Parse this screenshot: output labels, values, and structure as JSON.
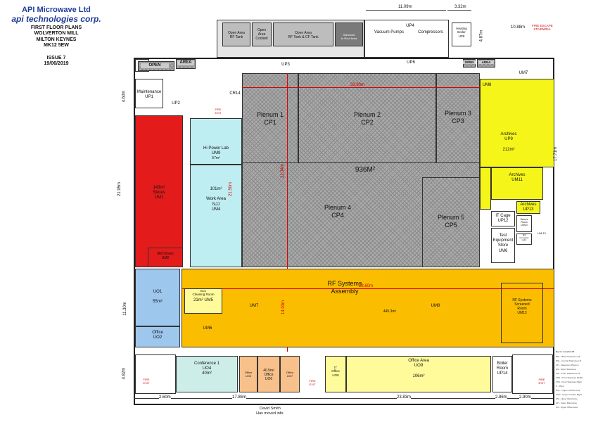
{
  "header": {
    "company": "API Microwave Ltd",
    "brand": "api technologies corp.",
    "plan": "FIRST  FLOOR PLANS",
    "site": "WOLVERTON MILL",
    "town": "MILTON KEYNES",
    "postcode": "MK12 5EW",
    "issue": "ISSUE 7",
    "date": "19/06/2019"
  },
  "colors": {
    "stores": "#e31b1b",
    "lab": "#bfeef2",
    "uo": "#9ec7ee",
    "assembly": "#fbbd00",
    "archives": "#f5f51a",
    "office_area": "#fffb9a",
    "orange_offices": "#f8c08a",
    "teal": "#cdeee8",
    "plenum": "#a8a8a8"
  },
  "rooms": {
    "open_area_1": "Open Area\nRF Tank",
    "open_area_2": "Open\nArea\nCoolant",
    "open_area_3": "Open Area\nRF Tank & CF Tank",
    "harmonic": "Harmonic\nto Roof Area",
    "vacuum": "Vacuum Pumps",
    "compressors": "Compressors",
    "up4": "UP4",
    "heating": "Heating\nBoiler\nUP8",
    "open": "OPEN",
    "area": "AREA",
    "open_r": "OPEN",
    "area_r": "AREA",
    "up3": "UP3",
    "up6": "UP6",
    "um7_top": "UM7",
    "maintenance": "Maintenance\nUP1",
    "up2": "UP2",
    "cr14": "CR14",
    "plenum1": "Plenum 1\nCP1",
    "plenum2": "Plenum 2\nCP2",
    "plenum3": "Plenum 3\nCP3",
    "plenum_area": "936M²",
    "plenum4": "Plenum 4\nCP4",
    "plenum5": "Plenum 5\nCP5",
    "hi_power": "Hi Power Lab\nUM9",
    "hi_power_area": "57m²",
    "work_area": "101m²\n\nWork Area\nNJJ\nUM4",
    "stores": "143m²\nStores\nUM1",
    "mill_stores": "Mill Stores\nUM2",
    "um8_top": "UM8",
    "archives9": "Archives\nUP9\n\n212m²",
    "archives11": "Archives\nUM11",
    "it_cage": "IT Cage\nUP12",
    "archives13": "Archives\nUP13",
    "secure": "Secure\nRoom\nUM10",
    "comp": "Mill\nComputer\nLab1",
    "um12": "UM 12",
    "test_equip": "Test\nEquipment\nStore\nUM6",
    "rf_systems": "RF Systems\nAssembly",
    "assembly_area": "445.3m²",
    "uo1": "UO1\n\n55m²",
    "office_uo2": "Office\nUO2",
    "cleaning": "Eco\nCleaning Room",
    "um5": "21m²  UM5",
    "um7": "UM7",
    "um6": "UM6",
    "um8": "UM8",
    "rf_screened": "RF Systems\nScreened\nRoom\nUM13",
    "conference": "Conference 1\nUO4\n40m²",
    "office_uo5": "Office\nUO5",
    "office_uo6": "40.5m²\nOffice\nUO6",
    "office_uo7": "Office\nUO7",
    "it_office": "IT\nOffice\nUO8",
    "office_area": "Office Area\nUO9\n\n106m²",
    "boiler": "Boiler\nRoom\nUP14"
  },
  "labels": {
    "fire_exit": "FIRE\nEXIT",
    "fire_escape": "FIRE ESCAPE\nSTAIRWELL",
    "david_smith": "David Smith\nHas moved info."
  },
  "dims": {
    "d1": "11.09m",
    "d2": "3.32m",
    "d3": "10.88m",
    "d4": "4.87m",
    "d5": "4.60m",
    "d6": "21.95m",
    "d7": "11.30m",
    "d8": "4.82m",
    "d9": "2.60m",
    "d10": "17.86m",
    "d11": "23.83m",
    "d12": "2.86m",
    "d13": "2.90m",
    "d14": "33.90m",
    "d15": "23.60m",
    "d16": "21.50m",
    "d17": "22.34m",
    "d18": "14.03m",
    "d19": "17.71m"
  },
  "legend": {
    "title": "Key to Location ID",
    "items": [
      "BSL - Basic Extension Lift",
      "DSL - Central Staircase Lift",
      "CP - Cleanroom Plenum",
      "DS - Down Stair Area",
      "FSL - Front Staircase Left",
      "FSR - Front Staircase Middle",
      "FSS - Front Staircase Right",
      "P - Plant",
      "UCL - Upper Corridor Left",
      "UCR - Upper Corridor Right",
      "UM - Upper Mezzanine",
      "UP - Upper Plant Area",
      "UO - Upper Office Area"
    ]
  }
}
